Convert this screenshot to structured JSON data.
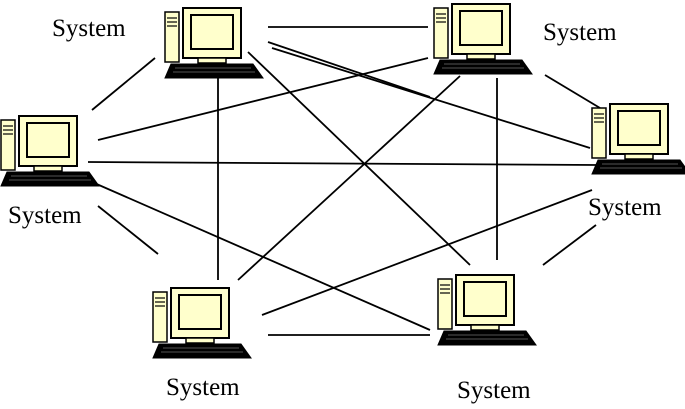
{
  "diagram": {
    "line_color": "#000000",
    "computer_fill": "#ffffcc",
    "screen_fill": "#ffffcc",
    "keyboard_fill": "#000000",
    "labels": {
      "top_left": "System",
      "top_right": "System",
      "left": "System",
      "right": "System",
      "bottom_left": "System",
      "bottom_right": "System"
    },
    "nodes": [
      {
        "name": "top-left",
        "icon": "desktop-computer-icon"
      },
      {
        "name": "top-right",
        "icon": "desktop-computer-icon"
      },
      {
        "name": "left",
        "icon": "desktop-computer-icon"
      },
      {
        "name": "right",
        "icon": "desktop-computer-icon"
      },
      {
        "name": "bottom-left",
        "icon": "desktop-computer-icon"
      },
      {
        "name": "bottom-right",
        "icon": "desktop-computer-icon"
      }
    ],
    "connection_count": 15
  }
}
